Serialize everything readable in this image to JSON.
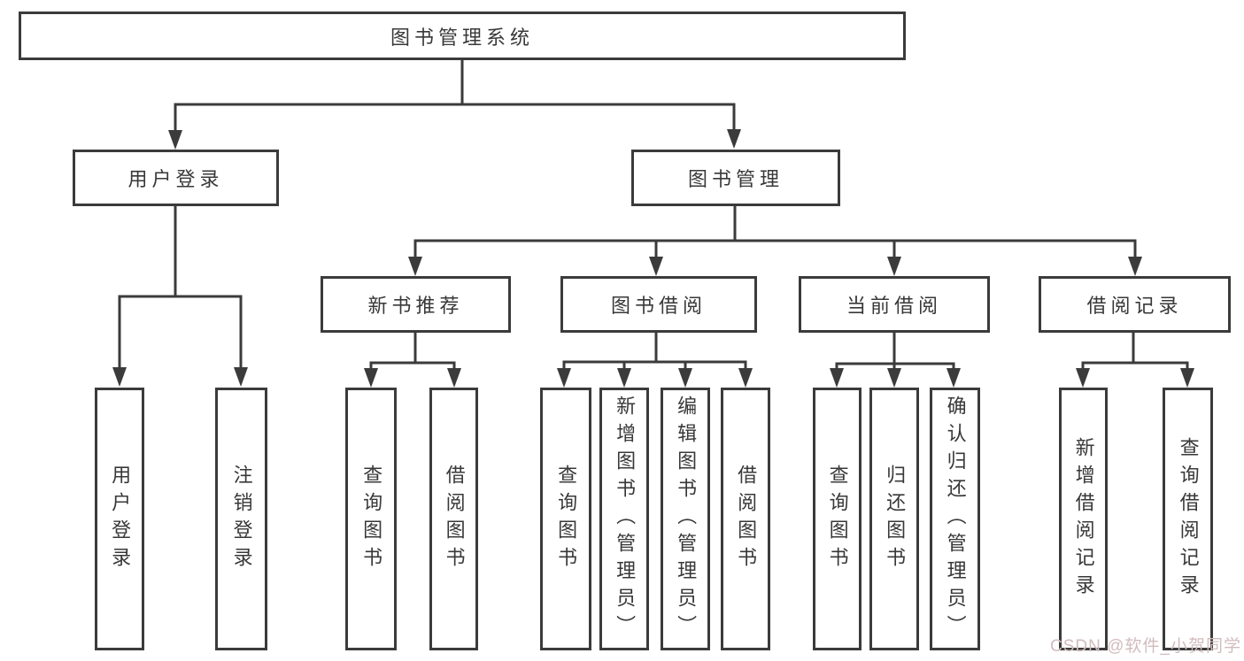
{
  "colors": {
    "line": "#3b3b3b",
    "text": "#383838",
    "bg": "#ffffff",
    "watermark": "#d2bcbe"
  },
  "tree": {
    "label": "图书管理系统",
    "children": [
      {
        "label": "用户登录",
        "children": [
          {
            "label": "用户登录"
          },
          {
            "label": "注销登录"
          }
        ]
      },
      {
        "label": "图书管理",
        "children": [
          {
            "label": "新书推荐",
            "children": [
              {
                "label": "查询图书"
              },
              {
                "label": "借阅图书"
              }
            ]
          },
          {
            "label": "图书借阅",
            "children": [
              {
                "label": "查询图书"
              },
              {
                "label": "新增图书（管理员）"
              },
              {
                "label": "编辑图书（管理员）"
              },
              {
                "label": "借阅图书"
              }
            ]
          },
          {
            "label": "当前借阅",
            "children": [
              {
                "label": "查询图书"
              },
              {
                "label": "归还图书"
              },
              {
                "label": "确认归还（管理员）"
              }
            ]
          },
          {
            "label": "借阅记录",
            "children": [
              {
                "label": "新增借阅记录"
              },
              {
                "label": "查询借阅记录"
              }
            ]
          }
        ]
      }
    ]
  },
  "watermark": {
    "text": "CSDN @软件_小贺同学"
  }
}
